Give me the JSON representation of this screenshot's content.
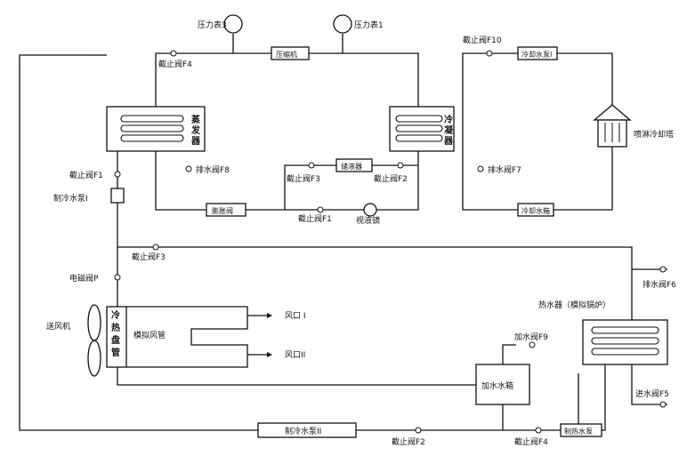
{
  "labels": {
    "gauge3": "压力表3",
    "gauge1": "压力表1",
    "compressor": "压缩机",
    "valve_f4_top": "截止阀F4",
    "evaporator_chars": [
      "蒸",
      "发",
      "器"
    ],
    "condenser_chars": [
      "冷",
      "凝",
      "器"
    ],
    "valve_f10": "截止阀F10",
    "cooling_pump_1": "冷却水泵I",
    "spray_tower": "喷淋冷却塔",
    "drain_f8": "排水阀F8",
    "reservoir": "储液器",
    "valve_f3_mid": "截止阀F3",
    "valve_f2_mid": "截止阀F2",
    "drain_f7": "排水阀F7",
    "valve_f1_left": "截止阀F1",
    "chill_pump_1": "制冷水泵I",
    "expansion_valve": "膨胀阀",
    "valve_f1_bottom": "截止阀F1",
    "sight_glass": "视液镜",
    "cooling_pump_tank": "冷却水箱",
    "valve_f3_line": "截止阀F3",
    "solenoid_valve": "电磁阀P",
    "drain_f6": "排水阀F6",
    "heater": "热水器（模拟锅炉）",
    "fan": "送风机",
    "coil_chars": [
      "冷",
      "热",
      "盘",
      "管"
    ],
    "duct": "模拟风管",
    "outlet1": "风口 I",
    "outlet2": "风口II",
    "valve_f9": "加水阀F9",
    "fill_tank": "加水水箱",
    "inlet_f5": "进水阀F5",
    "chill_pump_2": "制冷水泵II",
    "valve_f2_bottom": "截止阀F2",
    "valve_f4_bottom": "截止阀F4",
    "heat_pump": "制热水泵"
  }
}
